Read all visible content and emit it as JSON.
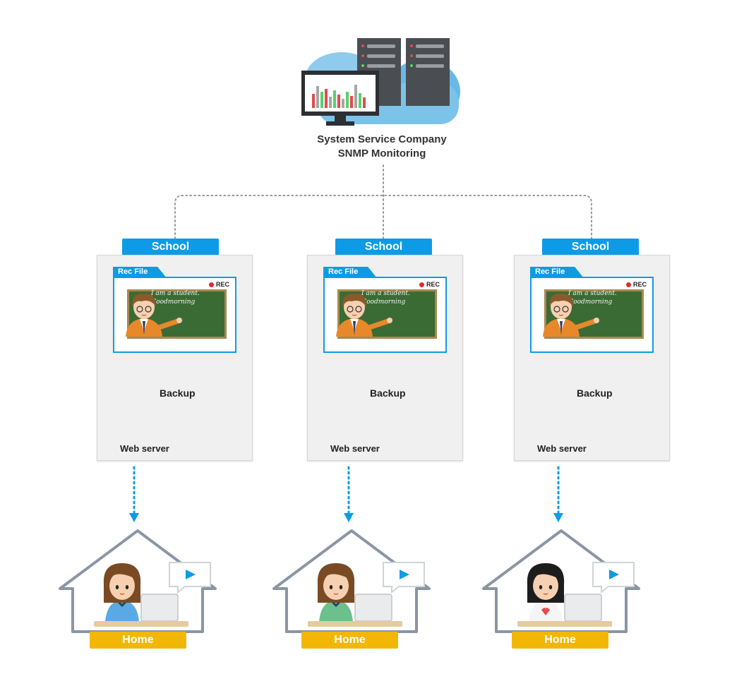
{
  "headquarters": {
    "line1": "System Service Company",
    "line2": "SNMP Monitoring"
  },
  "schools": [
    {
      "tag": "School",
      "rec_tab": "Rec File",
      "rec_badge": "REC",
      "board_line1": "I am a student.",
      "board_line2": "Goodmorning",
      "backup_label": "Backup",
      "server_label": "Web server",
      "student": "girl-brown-hair",
      "home_label": "Home"
    },
    {
      "tag": "School",
      "rec_tab": "Rec File",
      "rec_badge": "REC",
      "board_line1": "I am a student.",
      "board_line2": "Goodmorning",
      "backup_label": "Backup",
      "server_label": "Web server",
      "student": "boy-green-shirt",
      "home_label": "Home"
    },
    {
      "tag": "School",
      "rec_tab": "Rec File",
      "rec_badge": "REC",
      "board_line1": "I am a student.",
      "board_line2": "Goodmorning",
      "backup_label": "Backup",
      "server_label": "Web server",
      "student": "girl-black-hair",
      "home_label": "Home"
    }
  ],
  "colors": {
    "school_blue": "#0e9be6",
    "home_yellow": "#f2b705",
    "connector_gray": "#999999",
    "backup_arrow_blue": "#2f8fd6",
    "restore_arrow_teal": "#3fbfa8",
    "house_outline": "#8a96a3",
    "board_green": "#3b6b34"
  },
  "icons": {
    "headquarters": "cloud-server-monitor-icon",
    "nas": "nas-server-icon",
    "teacher": "teacher-icon",
    "house": "house-icon",
    "play": "play-icon"
  }
}
